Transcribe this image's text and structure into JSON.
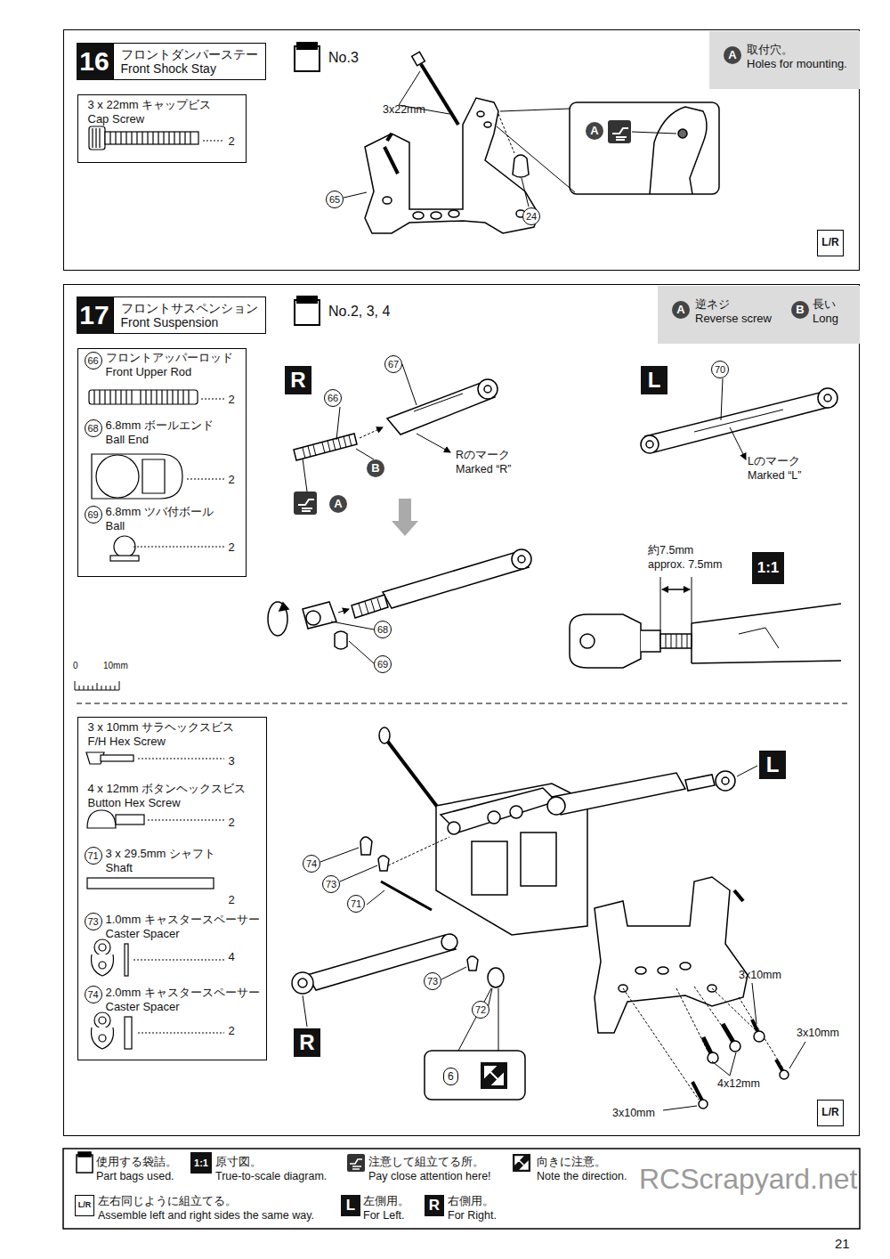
{
  "diagram": {
    "nodes": [
      {
        "text": [
          "16",
          "フロントダンパーステー Front Shock Stay"
        ]
      },
      {
        "text": [
          "No.3"
        ],
        "in": 0
      },
      {
        "text": [
          "A",
          "取付穴。 Holes for mounting."
        ],
        "in": 0
      },
      {
        "text": [
          "3 x 22mm キャップビス Cap Screw",
          "2"
        ],
        "in": 0
      },
      {
        "text": [
          "17",
          "フロントサスペンション Front Suspension"
        ]
      },
      {
        "text": [
          "No.2, 3, 4"
        ],
        "in": 4
      },
      {
        "text": [
          "A",
          "逆ネジ Reverse screw",
          "B",
          "長い Long"
        ],
        "in": 4
      },
      {
        "text": [
          "66",
          "フロントアッパーロッド Front Upper Rod",
          "2",
          "68",
          "6.8mm ボールエンド Ball End",
          "2",
          "69",
          "6.8mm ツバ付ボール Ball",
          "2"
        ],
        "in": 4
      },
      {
        "text": [
          "3 x 10mm サラヘックスビス F/H Hex Screw",
          "3",
          "4 x 12mm ボタンヘックスビス Button Hex Screw",
          "2",
          "71",
          "3 x 29.5mm シャフト Shaft",
          "2",
          "73",
          "1.0mm キャスタースペーサー Caster Spacer",
          "4",
          "74",
          "2.0mm キャスタースペーサー Caster Spacer",
          "2"
        ],
        "in": 4
      }
    ],
    "labels": [
      "3x22mm",
      "65",
      "24",
      "A",
      "L/R",
      "R",
      "66",
      "67",
      "B",
      "A",
      "Rのマーク Marked “R”",
      "L",
      "70",
      "Lのマーク Marked “L”",
      "約7.5mm approx. 7.5mm",
      "1:1",
      "68",
      "69",
      "0",
      "10mm",
      "L",
      "74",
      "73",
      "71",
      "R",
      "73",
      "72",
      "6",
      "3x10mm",
      "3x10mm",
      "4x12mm",
      "3x10mm",
      "L/R",
      "1:1",
      "L/R",
      "L",
      "R",
      "RCScrapyard.net",
      "21"
    ],
    "legend": [
      {
        "text": "使用する袋詰。 Part bags used."
      },
      {
        "text": "原寸図。 True-to-scale diagram."
      },
      {
        "text": "注意して組立てる所。 Pay close attention here!"
      },
      {
        "text": "向きに注意。 Note the direction."
      },
      {
        "text": "左右同じように組立てる。 Assemble left and right sides the same way."
      },
      {
        "text": "左側用。 For Left."
      },
      {
        "text": "右側用。 For Right."
      }
    ]
  }
}
